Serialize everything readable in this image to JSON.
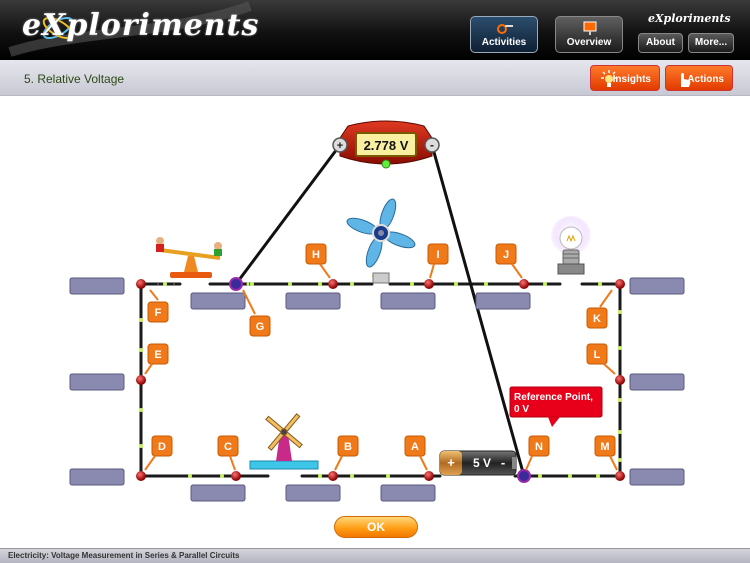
{
  "app": {
    "logo_text": "eXploriments",
    "small_logo_text": "eXploriments"
  },
  "nav": {
    "activities_label": "Activities",
    "overview_label": "Overview",
    "about_label": "About",
    "more_label": "More..."
  },
  "subheader": {
    "title": "5. Relative Voltage",
    "insights_label": "Insights",
    "actions_label": "Actions"
  },
  "meter": {
    "reading": "2.778 V",
    "plus": "+",
    "minus": "-"
  },
  "battery": {
    "plus": "+",
    "label": "5 V",
    "minus": "-"
  },
  "reference_tooltip": {
    "line1": "Reference Point,",
    "line2": "0 V"
  },
  "point_labels": {
    "F": "F",
    "G": "G",
    "H": "H",
    "I": "I",
    "J": "J",
    "K": "K",
    "E": "E",
    "L": "L",
    "D": "D",
    "C": "C",
    "B": "B",
    "A": "A",
    "N": "N",
    "M": "M"
  },
  "ok_label": "OK",
  "footer_text": "Electricity: Voltage Measurement in Series & Parallel Circuits",
  "colors": {
    "accent_orange": "#f07a1a",
    "meter_red": "#c81e0c",
    "reference_red": "#e8001a",
    "wire": "#1a1a1a",
    "slot": "#8a8ab0"
  }
}
